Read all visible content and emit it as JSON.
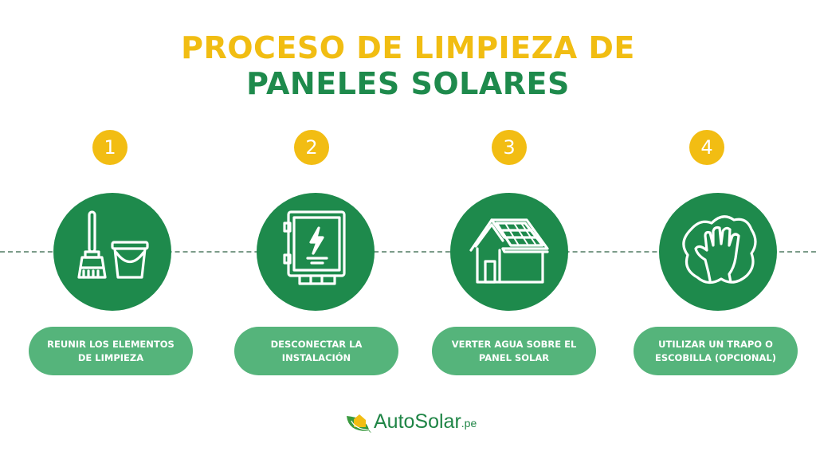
{
  "title": {
    "line1": "PROCESO DE LIMPIEZA DE",
    "line2": "PANELES SOLARES",
    "line1_color": "#f1bd12",
    "line2_color": "#1e8a4c"
  },
  "steps": [
    {
      "number": "1",
      "icon": "broom-and-bucket-icon",
      "label": "REUNIR LOS ELEMENTOS\nDE LIMPIEZA"
    },
    {
      "number": "2",
      "icon": "electrical-panel-icon",
      "label": "DESCONECTAR LA\nINSTALACIÓN"
    },
    {
      "number": "3",
      "icon": "house-with-solar-panels-icon",
      "label": "VERTER AGUA SOBRE EL\nPANEL SOLAR"
    },
    {
      "number": "4",
      "icon": "hand-wiping-cloth-icon",
      "label": "UTILIZAR UN TRAPO O\nESCOBILLA (OPCIONAL)"
    }
  ],
  "colors": {
    "badge": "#f2bd13",
    "circle": "#1e8a4c",
    "pill": "#55b47b",
    "dash": "#7c9c8a"
  },
  "logo": {
    "name": "AutoSolar",
    "suffix": ".pe"
  }
}
